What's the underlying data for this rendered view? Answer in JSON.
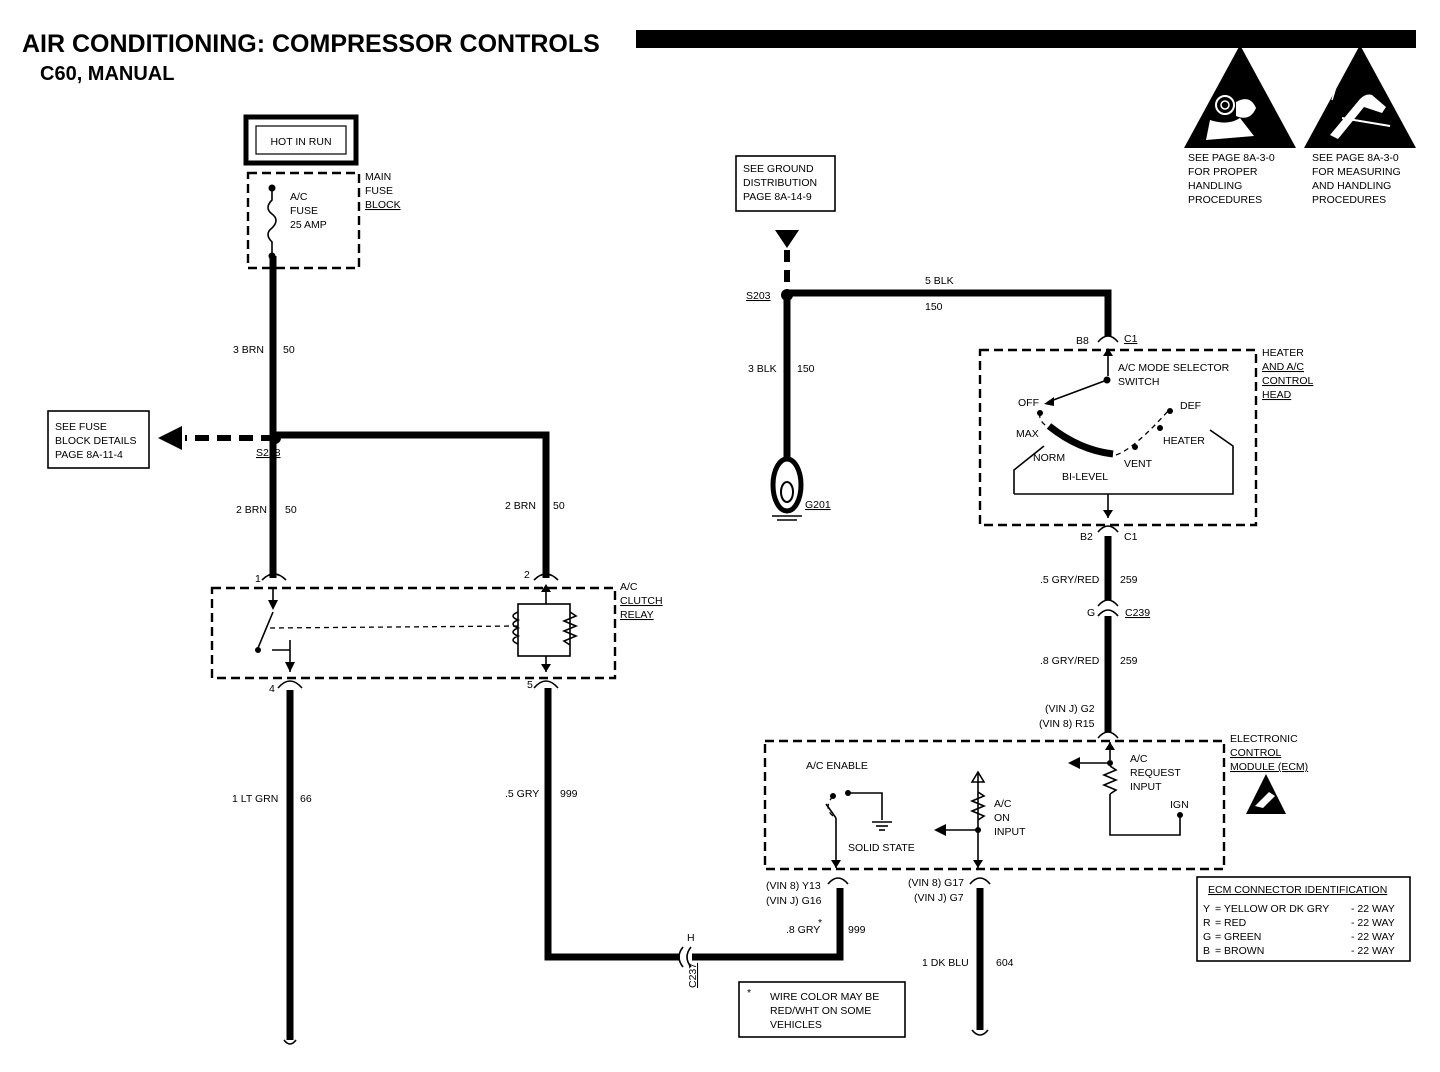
{
  "title": "AIR CONDITIONING:  COMPRESSOR CONTROLS",
  "subtitle": "C60, MANUAL",
  "esd_notes": {
    "left": [
      "SEE PAGE 8A-3-0",
      "FOR PROPER",
      "HANDLING",
      "PROCEDURES"
    ],
    "right": [
      "SEE PAGE 8A-3-0",
      "FOR MEASURING",
      "AND HANDLING",
      "PROCEDURES"
    ]
  },
  "power": {
    "hot_label": "HOT IN RUN",
    "fuse_text": [
      "A/C",
      "FUSE",
      "25 AMP"
    ],
    "fuse_block_label": [
      "MAIN",
      "FUSE",
      "BLOCK"
    ]
  },
  "ground": {
    "ref_box": [
      "SEE GROUND",
      "DISTRIBUTION",
      "PAGE 8A-14-9"
    ],
    "splice": "S203",
    "ground_id": "G201"
  },
  "fuse_ref": [
    "SEE FUSE",
    "BLOCK DETAILS",
    "PAGE 8A-11-4"
  ],
  "splice_s238": "S238",
  "wires": {
    "w_3brn": "3 BRN",
    "c_3brn": "50",
    "w_2brn_l": "2 BRN",
    "c_2brn_l": "50",
    "w_2brn_r": "2 BRN",
    "c_2brn_r": "50",
    "w_1ltgrn": "1 LT GRN",
    "c_1ltgrn": "66",
    "w_5gry": ".5 GRY",
    "c_5gry": "999",
    "w_8gry": ".8 GRY",
    "c_8gry": "999",
    "w_5blk": "5 BLK",
    "c_5blk": "150",
    "w_3blk": "3 BLK",
    "c_3blk": "150",
    "w_5gryred": ".5 GRY/RED",
    "c_5gryred": "259",
    "w_8gryred": ".8 GRY/RED",
    "c_8gryred": "259",
    "w_1dkblu": "1 DK BLU",
    "c_1dkblu": "604"
  },
  "relay": {
    "label": [
      "A/C",
      "CLUTCH",
      "RELAY"
    ],
    "pin1": "1",
    "pin2": "2",
    "pin4": "4",
    "pin5": "5"
  },
  "connector_c237": {
    "pin": "H",
    "name": "C237"
  },
  "footnote": {
    "star": "*",
    "text": [
      "WIRE COLOR MAY BE",
      "RED/WHT ON SOME",
      "VEHICLES"
    ]
  },
  "control_head": {
    "label": [
      "HEATER",
      "AND A/C",
      "CONTROL",
      "HEAD"
    ],
    "top_pin": "B8",
    "top_conn": "C1",
    "bottom_pin": "B2",
    "bottom_conn": "C1",
    "switch_name": [
      "A/C MODE SELECTOR",
      "SWITCH"
    ],
    "modes": {
      "off": "OFF",
      "max": "MAX",
      "norm": "NORM",
      "bilevel": "BI-LEVEL",
      "vent": "VENT",
      "heater": "HEATER",
      "def": "DEF"
    }
  },
  "c239": {
    "pin": "G",
    "name": "C239"
  },
  "ecm": {
    "label": [
      "ELECTRONIC",
      "CONTROL",
      "MODULE (ECM)"
    ],
    "top_pins": [
      "(VIN J) G2",
      "(VIN 8) R15"
    ],
    "ac_request": [
      "A/C",
      "REQUEST",
      "INPUT"
    ],
    "ign": "IGN",
    "ac_enable": "A/C ENABLE",
    "solid_state": "SOLID STATE",
    "ac_on": [
      "A/C",
      "ON",
      "INPUT"
    ],
    "pins_left": [
      "(VIN 8) Y13",
      "(VIN J) G16"
    ],
    "pins_right": [
      "(VIN 8) G17",
      "(VIN J) G7"
    ]
  },
  "ecm_connector": {
    "title": "ECM CONNECTOR IDENTIFICATION",
    "rows": [
      {
        "code": "Y",
        "color": "= YELLOW OR DK GRY",
        "ways": "- 22 WAY"
      },
      {
        "code": "R",
        "color": "= RED",
        "ways": "- 22 WAY"
      },
      {
        "code": "G",
        "color": "= GREEN",
        "ways": "- 22 WAY"
      },
      {
        "code": "B",
        "color": "= BROWN",
        "ways": "- 22 WAY"
      }
    ]
  }
}
